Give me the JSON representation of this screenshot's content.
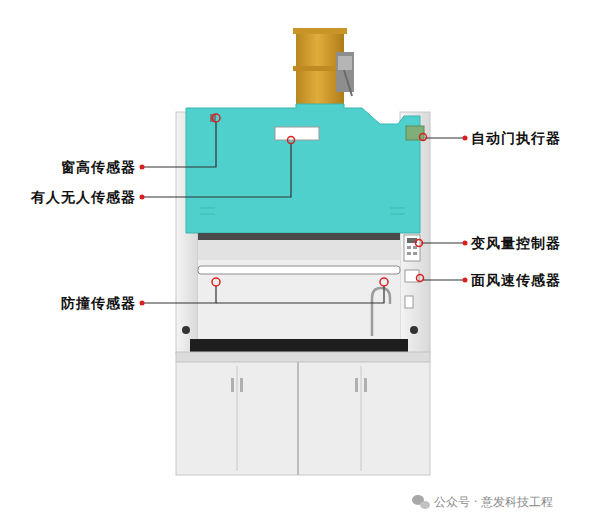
{
  "diagram": {
    "labels": [
      "窗高传感器",
      "有人无人传感器",
      "防撞传感器",
      "自动门执行器",
      "变风量控制器",
      "面风速传感器",
      "公众号 · 意发科技工程"
    ]
  }
}
